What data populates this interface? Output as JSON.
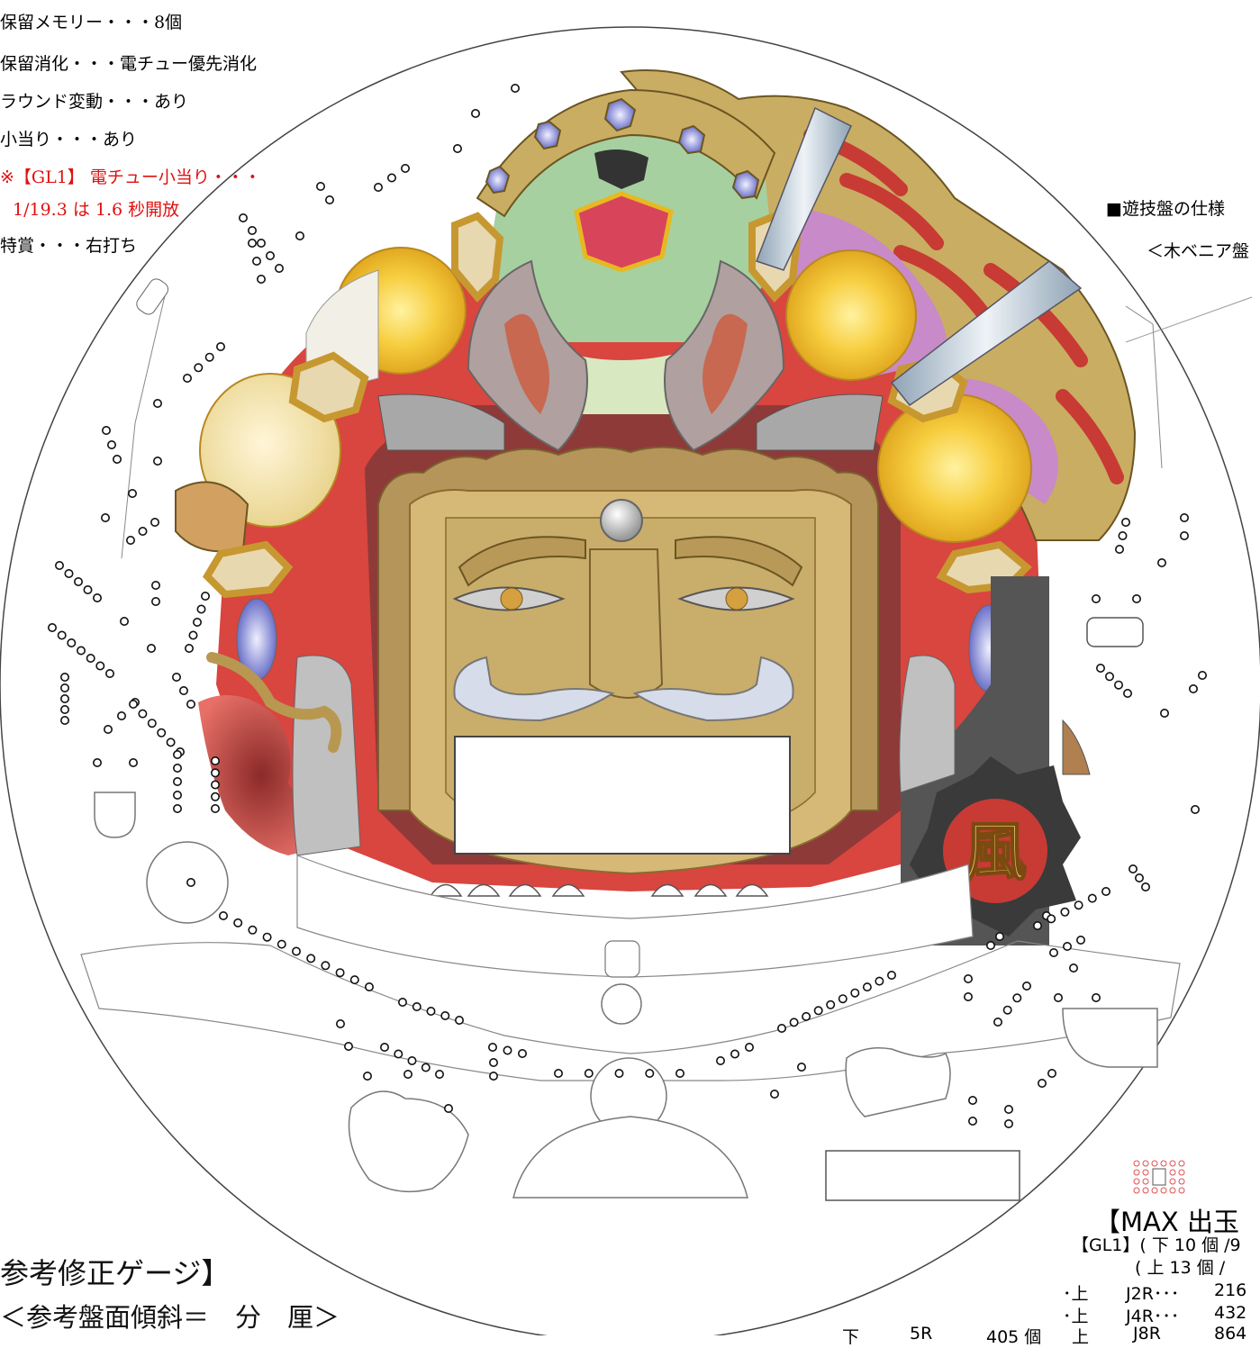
{
  "left_specs": [
    "保留メモリー・・・8個",
    "保留消化・・・電チュー優先消化",
    "ラウンド変動・・・あり",
    "小当り・・・あり",
    "※【GL1】 電チュー小当り・・・",
    "1/19.3 は 1.6 秒開放",
    "特賞・・・右打ち"
  ],
  "right_spec": {
    "title": "■遊技盤の仕様",
    "subtitle": "＜木ベニア盤"
  },
  "gauge": {
    "title": "参考修正ゲージ】",
    "subtitle": "＜参考盤面傾斜＝　分　厘＞"
  },
  "max_out": {
    "title": "【MAX 出玉",
    "gl1_line": "【GL1】( 下 10 個 /9",
    "upper_line": "( 上 13 個 /",
    "rows": [
      {
        "pos": "･上",
        "round": "J2R･･･",
        "value": "216"
      },
      {
        "pos": "･上",
        "round": "J4R･･･",
        "value": "432"
      },
      {
        "pos": "上",
        "round": "J8R",
        "value": "864"
      }
    ],
    "lower_row": {
      "pos": "下",
      "round": "5R",
      "value": "405 個"
    }
  },
  "colors": {
    "spec_red": "#e01010",
    "gold": "#c9ad62",
    "red": "#d4433f",
    "yellow": "#f5c742"
  }
}
